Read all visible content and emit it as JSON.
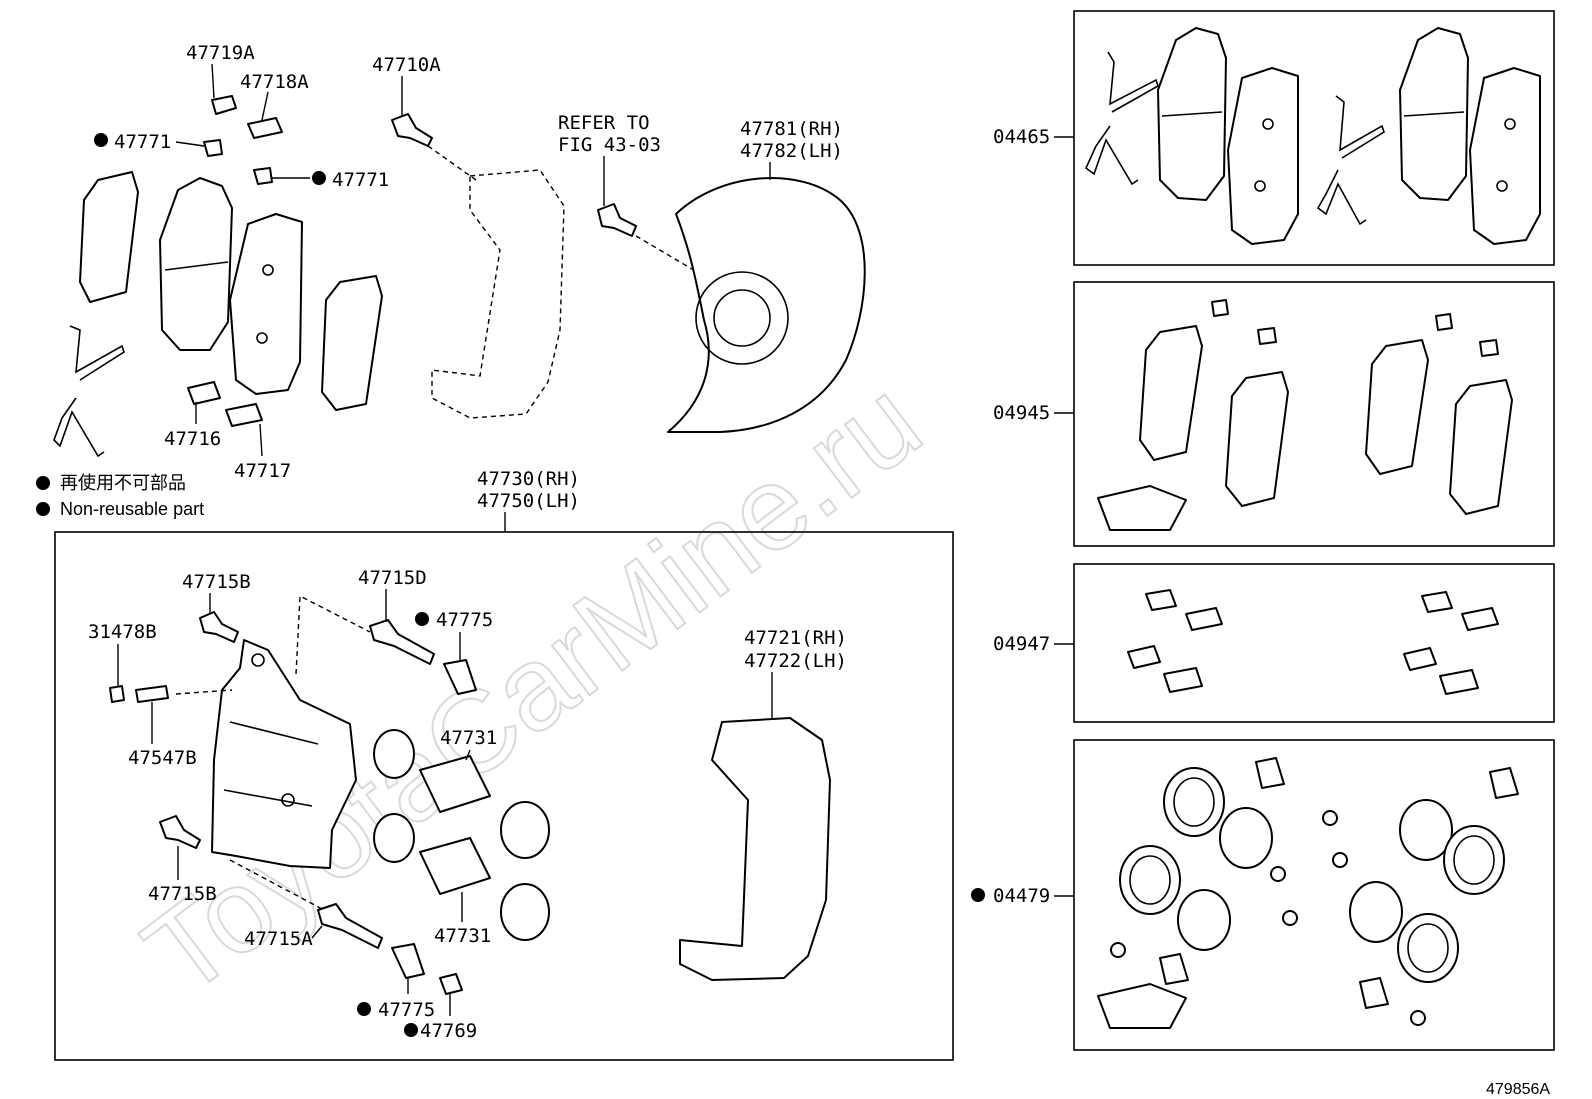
{
  "watermark": "ToyotaCarMine.ru",
  "drawing_code": "479856A",
  "legend": {
    "symbol": "●",
    "line1": "再使用不可部品",
    "line2": "Non-reusable part"
  },
  "labels": {
    "p47719A": "47719A",
    "p47718A": "47718A",
    "p47771_a": "47771",
    "p47771_b": "47771",
    "p47710A": "47710A",
    "refer1": "REFER TO",
    "refer2": "FIG 43-03",
    "p47781": "47781(RH)",
    "p47782": "47782(LH)",
    "p47716": "47716",
    "p47717": "47717",
    "p47730": "47730(RH)",
    "p47750": "47750(LH)",
    "p47715B_top": "47715B",
    "p47715D": "47715D",
    "p47775_top": "47775",
    "p31478B": "31478B",
    "p47547B": "47547B",
    "p47731_top": "47731",
    "p47721": "47721(RH)",
    "p47722": "47722(LH)",
    "p47715B_bot": "47715B",
    "p47715A": "47715A",
    "p47731_bot": "47731",
    "p47775_bot": "47775",
    "p47769": "47769",
    "k04465": "04465",
    "k04945": "04945",
    "k04947": "04947",
    "k04479": "04479"
  }
}
